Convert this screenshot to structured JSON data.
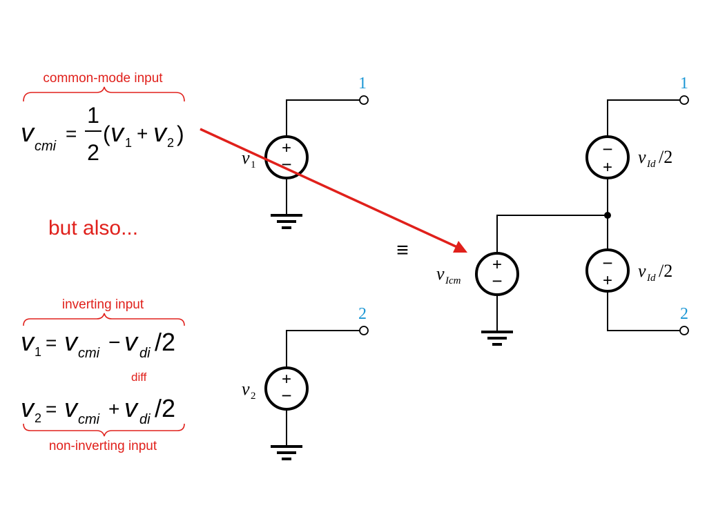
{
  "labels": {
    "common_mode": "common-mode input",
    "but_also": "but also...",
    "inverting": "inverting input",
    "diff": "diff",
    "non_inverting": "non-inverting input"
  },
  "equations": {
    "vcm": {
      "lhs_v": "v",
      "lhs_sub": "cmi",
      "eq": "=",
      "num": "1",
      "den": "2",
      "open": "(",
      "v1": "v",
      "v1_sub": "1",
      "plus": "+",
      "v2": "v",
      "v2_sub": "2",
      "close": ")"
    },
    "v1": {
      "lhs_v": "v",
      "lhs_sub": "1",
      "eq": "=",
      "a": "v",
      "a_sub": "cmi",
      "op": "−",
      "b": "v",
      "b_sub": "di",
      "tail": "/2"
    },
    "v2": {
      "lhs_v": "v",
      "lhs_sub": "2",
      "eq": "=",
      "a": "v",
      "a_sub": "cmi",
      "op": "+",
      "b": "v",
      "b_sub": "di",
      "tail": "/2"
    }
  },
  "circuit": {
    "terminal_1": "1",
    "terminal_2": "2",
    "src_v1": {
      "v": "v",
      "sub": "1"
    },
    "src_v2": {
      "v": "v",
      "sub": "2"
    },
    "src_vicm": {
      "v": "v",
      "sub": "Icm"
    },
    "src_vid_top": {
      "v": "v",
      "sub": "Id",
      "tail": "/2"
    },
    "src_vid_bot": {
      "v": "v",
      "sub": "Id",
      "tail": "/2"
    },
    "plus": "+",
    "minus": "−",
    "equiv": "≡"
  },
  "colors": {
    "accent_red": "#e0201b",
    "terminal_blue": "#1a96d4",
    "wire": "#000000"
  }
}
